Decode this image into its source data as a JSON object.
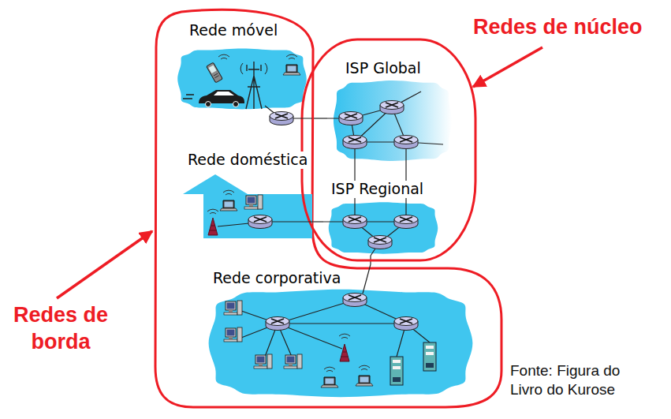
{
  "diagram": {
    "nodes": [
      {
        "text": [
          "Redes de borda"
        ]
      },
      {
        "text": [
          "Rede móvel"
        ],
        "in": 0
      },
      {
        "text": [
          "Rede doméstica"
        ],
        "in": 0
      },
      {
        "text": [
          "Rede corporativa"
        ],
        "in": 0
      },
      {
        "text": [
          "Redes de núcleo"
        ]
      },
      {
        "text": [
          "ISP Global"
        ],
        "in": 4
      },
      {
        "text": [
          "ISP Regional"
        ],
        "in": 4
      }
    ],
    "edges": [
      {
        "from": 1,
        "to": 5,
        "arrow": "none"
      },
      {
        "from": 5,
        "to": 6,
        "arrow": "none"
      },
      {
        "from": 5,
        "to": 6,
        "arrow": "none"
      },
      {
        "from": 2,
        "to": 6,
        "arrow": "none"
      },
      {
        "from": 6,
        "to": 3,
        "arrow": "none"
      }
    ],
    "labels": [
      "Fonte: Figura do Livro do Kurose"
    ]
  }
}
